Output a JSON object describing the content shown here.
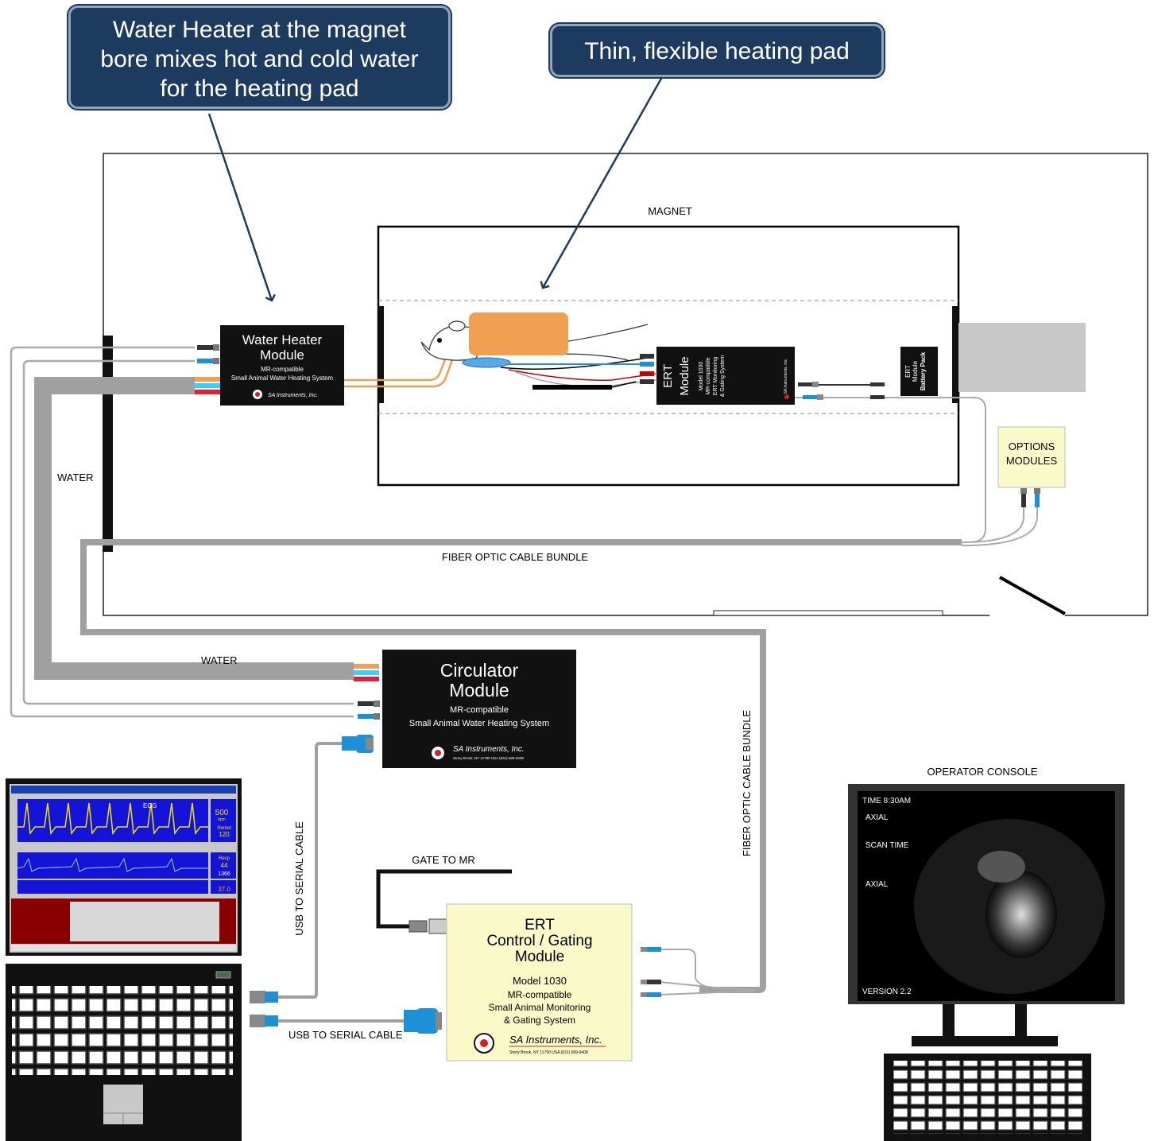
{
  "callouts": {
    "heater": [
      "Water Heater at the magnet",
      "bore mixes hot and cold water",
      "for the heating pad"
    ],
    "pad": "Thin, flexible heating pad"
  },
  "labels": {
    "magnet": "MAGNET",
    "water_left": "WATER",
    "water_bottom": "WATER",
    "fiber_bundle": "FIBER OPTIC CABLE BUNDLE",
    "fiber_bundle_vertical": "FIBER OPTIC CABLE BUNDLE",
    "usb_vertical": "USB TO SERIAL CABLE",
    "usb_horizontal": "USB TO SERIAL CABLE",
    "gate": "GATE TO MR",
    "operator_console": "OPERATOR CONSOLE",
    "options": [
      "OPTIONS",
      "MODULES"
    ]
  },
  "water_heater": {
    "title": [
      "Water Heater",
      "Module"
    ],
    "sub": [
      "MR-compatible",
      "Small Animal Water Heating System"
    ],
    "brand": "SA Instruments, Inc."
  },
  "ert_module": {
    "title": [
      "ERT",
      "Module"
    ],
    "sub": [
      "Model 1030",
      "MR-compatible",
      "ERT Monitoring",
      "& Gating System"
    ],
    "brand": "SA Instruments, Inc."
  },
  "battery": {
    "lines": [
      "ERT",
      "Module",
      "Battery Pack"
    ]
  },
  "circulator": {
    "title": [
      "Circulator",
      "Module"
    ],
    "sub": [
      "MR-compatible",
      "Small Animal Water Heating System"
    ],
    "brand": "SA Instruments, Inc.",
    "address": "Stony Brook, NY 11790 USA (631) 689-9408"
  },
  "ert_control": {
    "title": [
      "ERT",
      "Control / Gating",
      "Module"
    ],
    "sub": [
      "Model 1030",
      "MR-compatible",
      "Small Animal Monitoring",
      "& Gating System"
    ],
    "brand": "SA Instruments, Inc.",
    "address": "Stony Brook, NY 11790 USA (631) 689-9408"
  },
  "console": {
    "time": "TIME 8:30AM",
    "axial1": "AXIAL",
    "scan": "SCAN TIME",
    "axial2": "AXIAL",
    "version": "VERSION 2.2"
  },
  "laptop_screen": {
    "ecg": "ECG",
    "rate1": "500",
    "rate1_unit": "bpm",
    "period_label": "Period",
    "period": "120",
    "resp_label": "Resp",
    "resp": "44",
    "resp2": "1366",
    "temp": "37.0"
  },
  "colors": {
    "callout_bg": "#1d3a5f",
    "heating_pad": "#f0a050",
    "module_black": "#111111",
    "module_yellow": "#fafac8",
    "connector_blue": "#1e90d8",
    "cable_grey": "#a0a0a0"
  }
}
